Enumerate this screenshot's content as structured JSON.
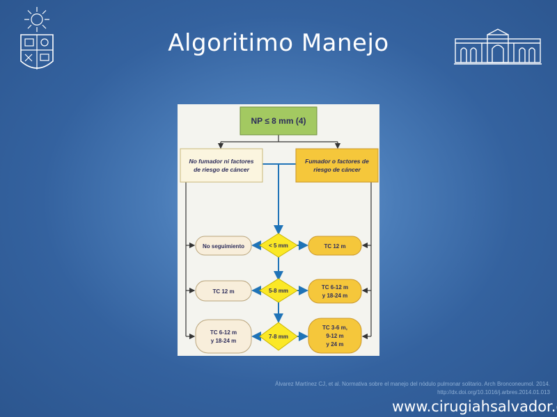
{
  "slide": {
    "title": "Algoritimo Manejo",
    "citation_line1": "Álvarez Martínez CJ, et al. Normativa sobre el manejo del nódulo pulmonar solitario. Arch Bronconeumol. 2014.",
    "citation_line2": "http://dx.doi.org/10.1016/j.arbres.2014.01.013",
    "website": "www.cirugiahsalvador.cl"
  },
  "diagram": {
    "top": "NP ≤ 8 mm (4)",
    "left_branch": [
      "No fumador ni factores",
      "de riesgo de cáncer"
    ],
    "right_branch": [
      "Fumador o factores de",
      "riesgo de cáncer"
    ],
    "diamonds": [
      "< 5 mm",
      "5-8 mm",
      "7-8 mm"
    ],
    "left_outcomes": [
      [
        "No seguimiento"
      ],
      [
        "TC 12 m"
      ],
      [
        "TC 6-12 m",
        "y 18-24 m"
      ]
    ],
    "right_outcomes": [
      [
        "TC 12 m"
      ],
      [
        "TC 6-12 m",
        "y 18-24 m"
      ],
      [
        "TC 3-6 m,",
        "9-12 m",
        "y 24 m"
      ]
    ],
    "colors": {
      "top_box": "#a3c961",
      "left_branch_box": "#fbf5df",
      "right_branch_box": "#f5c73b",
      "diamond": "#fbe826",
      "left_outcome": "#f8eedb",
      "right_outcome": "#f5c73b",
      "arrow_blue": "#1f73b7"
    }
  }
}
